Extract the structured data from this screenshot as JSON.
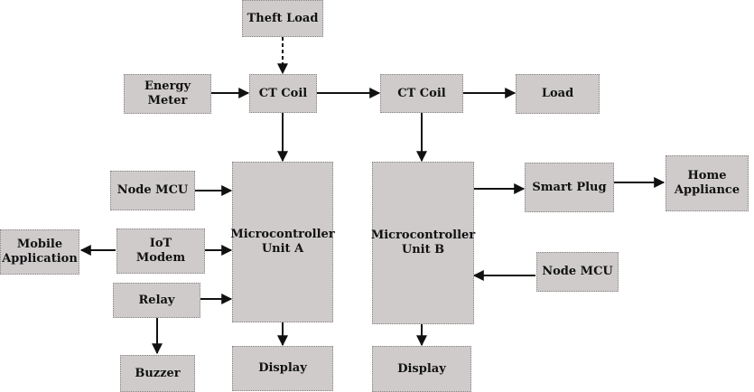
{
  "diagram": {
    "nodes": {
      "theft_load": "Theft Load",
      "energy_meter": "Energy Meter",
      "ct_coil_a": "CT Coil",
      "ct_coil_b": "CT Coil",
      "load": "Load",
      "node_mcu_a": "Node MCU",
      "micro_a": "Microcontroller\nUnit A",
      "micro_b": "Microcontroller\nUnit B",
      "smart_plug": "Smart Plug",
      "home_appliance": "Home\nAppliance",
      "mobile_app": "Mobile\nApplication",
      "iot_modem": "IoT\nModem",
      "relay": "Relay",
      "node_mcu_b": "Node MCU",
      "buzzer": "Buzzer",
      "display_a": "Display",
      "display_b": "Display"
    },
    "colors": {
      "box_fill": "#cfcbcb",
      "box_border": "#8a8585",
      "arrow": "#111111"
    }
  }
}
